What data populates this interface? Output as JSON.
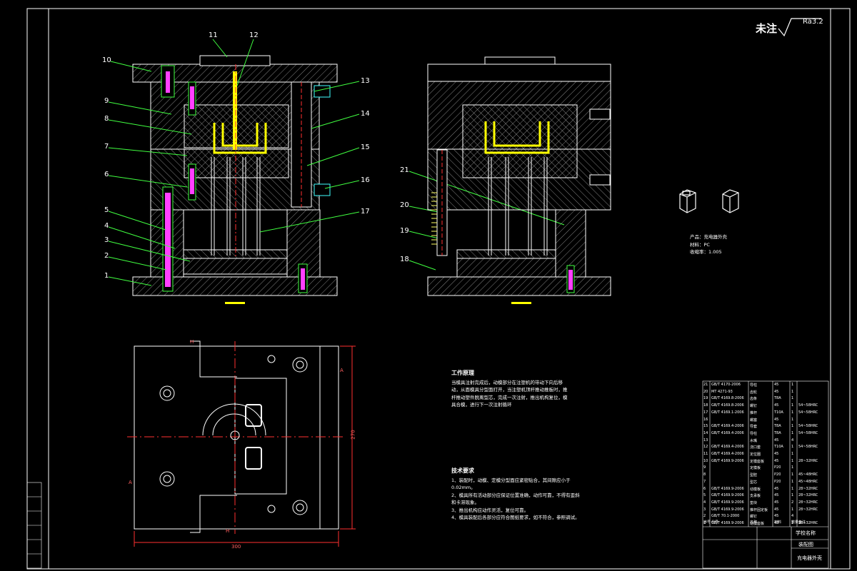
{
  "surface_mark": {
    "label": "未注",
    "roughness": "Ra3.2"
  },
  "callouts": [
    "1",
    "2",
    "3",
    "4",
    "5",
    "6",
    "7",
    "8",
    "9",
    "10",
    "11",
    "12",
    "13",
    "14",
    "15",
    "16",
    "17",
    "18",
    "19",
    "20",
    "21"
  ],
  "dimensions": {
    "width": "300",
    "height": "270",
    "section_letter_a": "A",
    "section_letter_h": "H"
  },
  "work_process": {
    "title": "工作原理",
    "text": "当模具注射完成后，动模部分在注塑机的带动下向后移动，从面模具分型面打开，当注塑机顶杆推动推板时，推杆推动塑件脱离型芯，完成一次注射，推出机构复位，模具合模，进行下一次注射循环"
  },
  "tech_requirements": {
    "title": "技术要求",
    "items": [
      "1、装配时，动模、定模分型面应紧密贴合，其间隙应小于0.02mm。",
      "2、模具所有活动部分应保证位置准确，动作可靠，不得有歪斜和卡滞现象。",
      "3、推出机构应动作灵活，复位可靠。",
      "4、模具装配后各部分应符合图纸要求，如不符合，参照调试。"
    ]
  },
  "product_info": {
    "product": "产品：充电器外壳",
    "material": "材料：PC",
    "shrinkage": "收缩率：1.005"
  },
  "bom_rows": [
    [
      "21",
      "GB/T 4170-2006",
      "导柱",
      "45",
      "1",
      ""
    ],
    [
      "20",
      "MT 4271-93",
      "齿轮",
      "45",
      "1",
      ""
    ],
    [
      "19",
      "GB/T 4169.8-2006",
      "齿条",
      "T8A",
      "1",
      ""
    ],
    [
      "18",
      "GB/T 4169.8-2006",
      "螺钉",
      "45",
      "1",
      "54~58HRC"
    ],
    [
      "17",
      "GB/T 4169.1-2006",
      "推杆",
      "T10A",
      "1",
      "54~58HRC"
    ],
    [
      "16",
      "",
      "螺塞",
      "45",
      "1",
      ""
    ],
    [
      "15",
      "GB/T 4169.4-2006",
      "导套",
      "T8A",
      "1",
      "54~58HRC"
    ],
    [
      "14",
      "GB/T 4169.4-2006",
      "导柱",
      "T8A",
      "1",
      "54~58HRC"
    ],
    [
      "13",
      "",
      "水嘴",
      "45",
      "4",
      ""
    ],
    [
      "12",
      "GB/T 4169.4-2006",
      "浇口套",
      "T10A",
      "1",
      "54~58HRC"
    ],
    [
      "11",
      "GB/T 4169.4-2006",
      "定位圈",
      "45",
      "1",
      ""
    ],
    [
      "10",
      "GB/T 4169.9-2006",
      "定模座板",
      "45",
      "1",
      "28~32HRC"
    ],
    [
      "9",
      "",
      "定模板",
      "P20",
      "1",
      ""
    ],
    [
      "8",
      "",
      "型腔",
      "P20",
      "1",
      "45~48HRC"
    ],
    [
      "7",
      "",
      "型芯",
      "P20",
      "1",
      "45~48HRC"
    ],
    [
      "6",
      "GB/T 4169.9-2006",
      "动模板",
      "45",
      "1",
      "28~32HRC"
    ],
    [
      "5",
      "GB/T 4169.9-2006",
      "支承板",
      "45",
      "1",
      "28~32HRC"
    ],
    [
      "4",
      "GB/T 4169.9-2006",
      "垫块",
      "45",
      "2",
      "28~32HRC"
    ],
    [
      "3",
      "GB/T 4169.9-2006",
      "推杆固定板",
      "45",
      "1",
      "28~32HRC"
    ],
    [
      "2",
      "GB/T 70.1-2000",
      "螺钉",
      "45",
      "4",
      ""
    ],
    [
      "1",
      "GB/T 4169.9-2006",
      "动模座板",
      "45",
      "1",
      "28~32HRC"
    ]
  ],
  "bom_header": [
    "序号",
    "代号",
    "名称",
    "材料",
    "数量",
    "备注"
  ],
  "title_block": {
    "school": "学校名称",
    "drawing": "装配图",
    "part": "充电器外壳"
  },
  "colors": {
    "background": "#000000",
    "line": "#ffffff",
    "hatch": "#c8c8c8",
    "yellow": "#ffff00",
    "green": "#40ff40",
    "magenta": "#ff40ff",
    "red": "#ff3030",
    "cyan": "#40ffff"
  }
}
